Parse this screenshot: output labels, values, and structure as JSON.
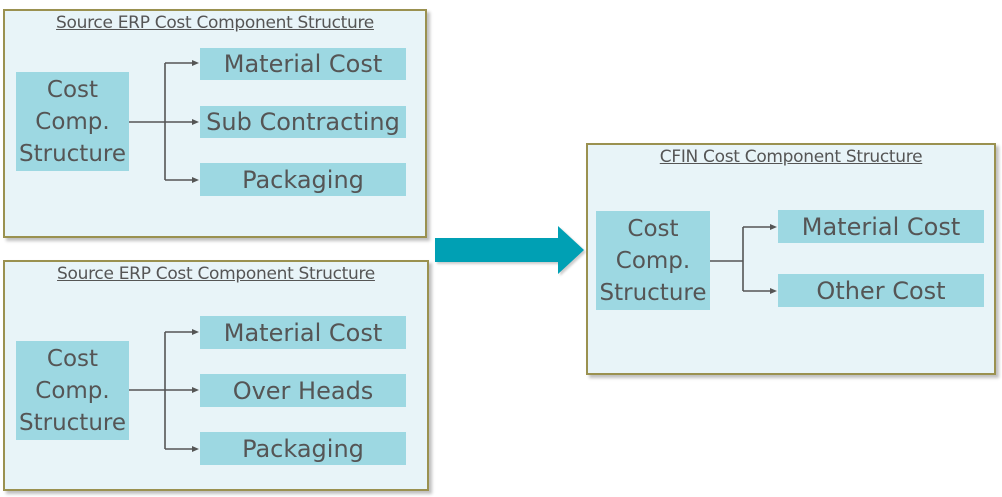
{
  "colors": {
    "panel_bg": "#e8f4f8",
    "panel_border": "#9a9150",
    "node_fill": "#9dd8e2",
    "text": "#555555",
    "arrow": "#00a0b4"
  },
  "source_panels": [
    {
      "title": "Source ERP Cost Component Structure",
      "root": "Cost\nComp.\nStructure",
      "children": [
        "Material Cost",
        "Sub Contracting",
        "Packaging"
      ]
    },
    {
      "title": "Source ERP Cost Component Structure",
      "root": "Cost\nComp.\nStructure",
      "children": [
        "Material Cost",
        "Over Heads",
        "Packaging"
      ]
    }
  ],
  "target_panel": {
    "title": "CFIN Cost Component Structure",
    "root": "Cost\nComp.\nStructure",
    "children": [
      "Material Cost",
      "Other Cost"
    ]
  },
  "transition_arrow": {
    "icon": "right-arrow-icon",
    "direction": "right"
  }
}
